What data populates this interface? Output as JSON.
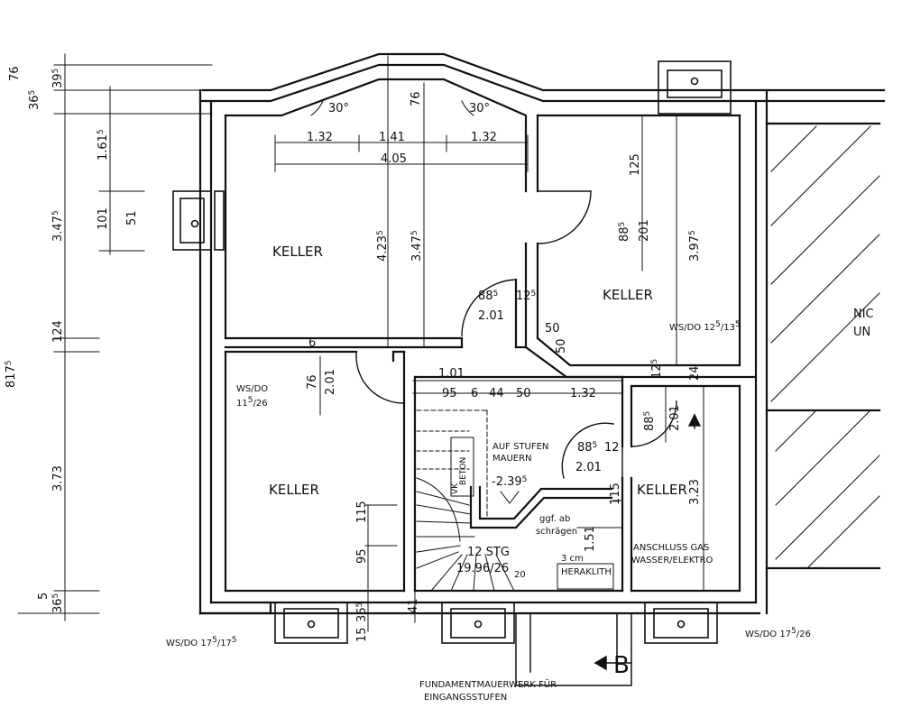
{
  "rooms": {
    "top_left": "KELLER",
    "top_right": "KELLER",
    "bottom_left": "KELLER",
    "bottom_right": "KELLER"
  },
  "dimensions": {
    "left_76": "76",
    "left_395": "39",
    "left_395_sup": "5",
    "left_36": "36",
    "left_36_sup": "5",
    "left_161": "1.61",
    "left_161_sup": "5",
    "left_101": "101",
    "left_51": "51",
    "left_347": "3.47",
    "left_347_sup": "5",
    "left_124": "124",
    "left_817": "817",
    "left_817_sup": "5",
    "left_373": "3.73",
    "left_365": "36",
    "left_365_sup": "5",
    "left_5": "5",
    "top_132a": "1.32",
    "top_141": "1.41",
    "top_132b": "1.32",
    "top_405": "4.05",
    "top_76": "76",
    "top_30a": "30°",
    "top_30b": "30°",
    "tl_423": "4.23",
    "tl_423_sup": "5",
    "tl_347": "3.47",
    "tl_347_sup": "5",
    "door_885": "88",
    "door_885_sup": "5",
    "door_201": "2.01",
    "door_125": "12",
    "door_125_sup": "5",
    "tr_125": "125",
    "tr_885": "88",
    "tr_885_sup": "5",
    "tr_201": "201",
    "tr_3975": "3.97",
    "tr_3975_sup": "5",
    "tr_50a": "50",
    "tr_50b": "50",
    "bl_76": "76",
    "bl_201": "2.01",
    "bl_6": "6",
    "bl_115": "115",
    "bl_95": "95",
    "bl_365": "36",
    "bl_365_sup": "5",
    "bl_15": "15",
    "st_101": "1.01",
    "st_95": "95",
    "st_6": "6",
    "st_44": "44",
    "st_50": "50",
    "st_132": "1.32",
    "st_885": "88",
    "st_885_sup": "5",
    "st_201": "2.01",
    "st_125": "12",
    "st_239": "-2.39",
    "st_239_sup": "5",
    "st_115": "115",
    "st_151": "1.51",
    "st_3cm": "3 cm",
    "st_41": "41",
    "st_20": "20",
    "br_125": "12",
    "br_125_sup": "5",
    "br_24": "24",
    "br_885": "88",
    "br_885_sup": "5",
    "br_201": "2.01",
    "br_323": "3.23"
  },
  "notes": {
    "ws_left": "WS/DO",
    "ws_left_val": "11",
    "ws_left_sup": "5",
    "ws_left_rest": "/26",
    "ws_right": "WS/DO 12",
    "ws_right_sup": "5",
    "ws_right_rest": "/13",
    "ws_right_sup2": "5",
    "ws_bottom_left": "WS/DO 17",
    "ws_bottom_left_sup": "5",
    "ws_bottom_left_rest": "/17",
    "ws_bottom_left_sup2": "5",
    "ws_bottom_right": "WS/DO 17",
    "ws_bottom_right_sup": "5",
    "ws_bottom_right_rest": "/26",
    "auf_stufen": "AUF STUFEN",
    "mauern": "MAUERN",
    "beton": "BETON",
    "vk": "VK",
    "stg": "12 STG",
    "stg_ratio": "19.96/26",
    "ggf_ab": "ggf. ab",
    "schraegen": "schrägen",
    "heraklith": "HERAKLITH",
    "anschluss": "ANSCHLUSS GAS",
    "wasser": "WASSER/ELEKTRO",
    "fund1": "FUNDAMENTMAUERWERK FÜR",
    "fund2": "EINGANGSSTUFEN",
    "nic": "NIC",
    "un": "UN",
    "section": "B"
  }
}
